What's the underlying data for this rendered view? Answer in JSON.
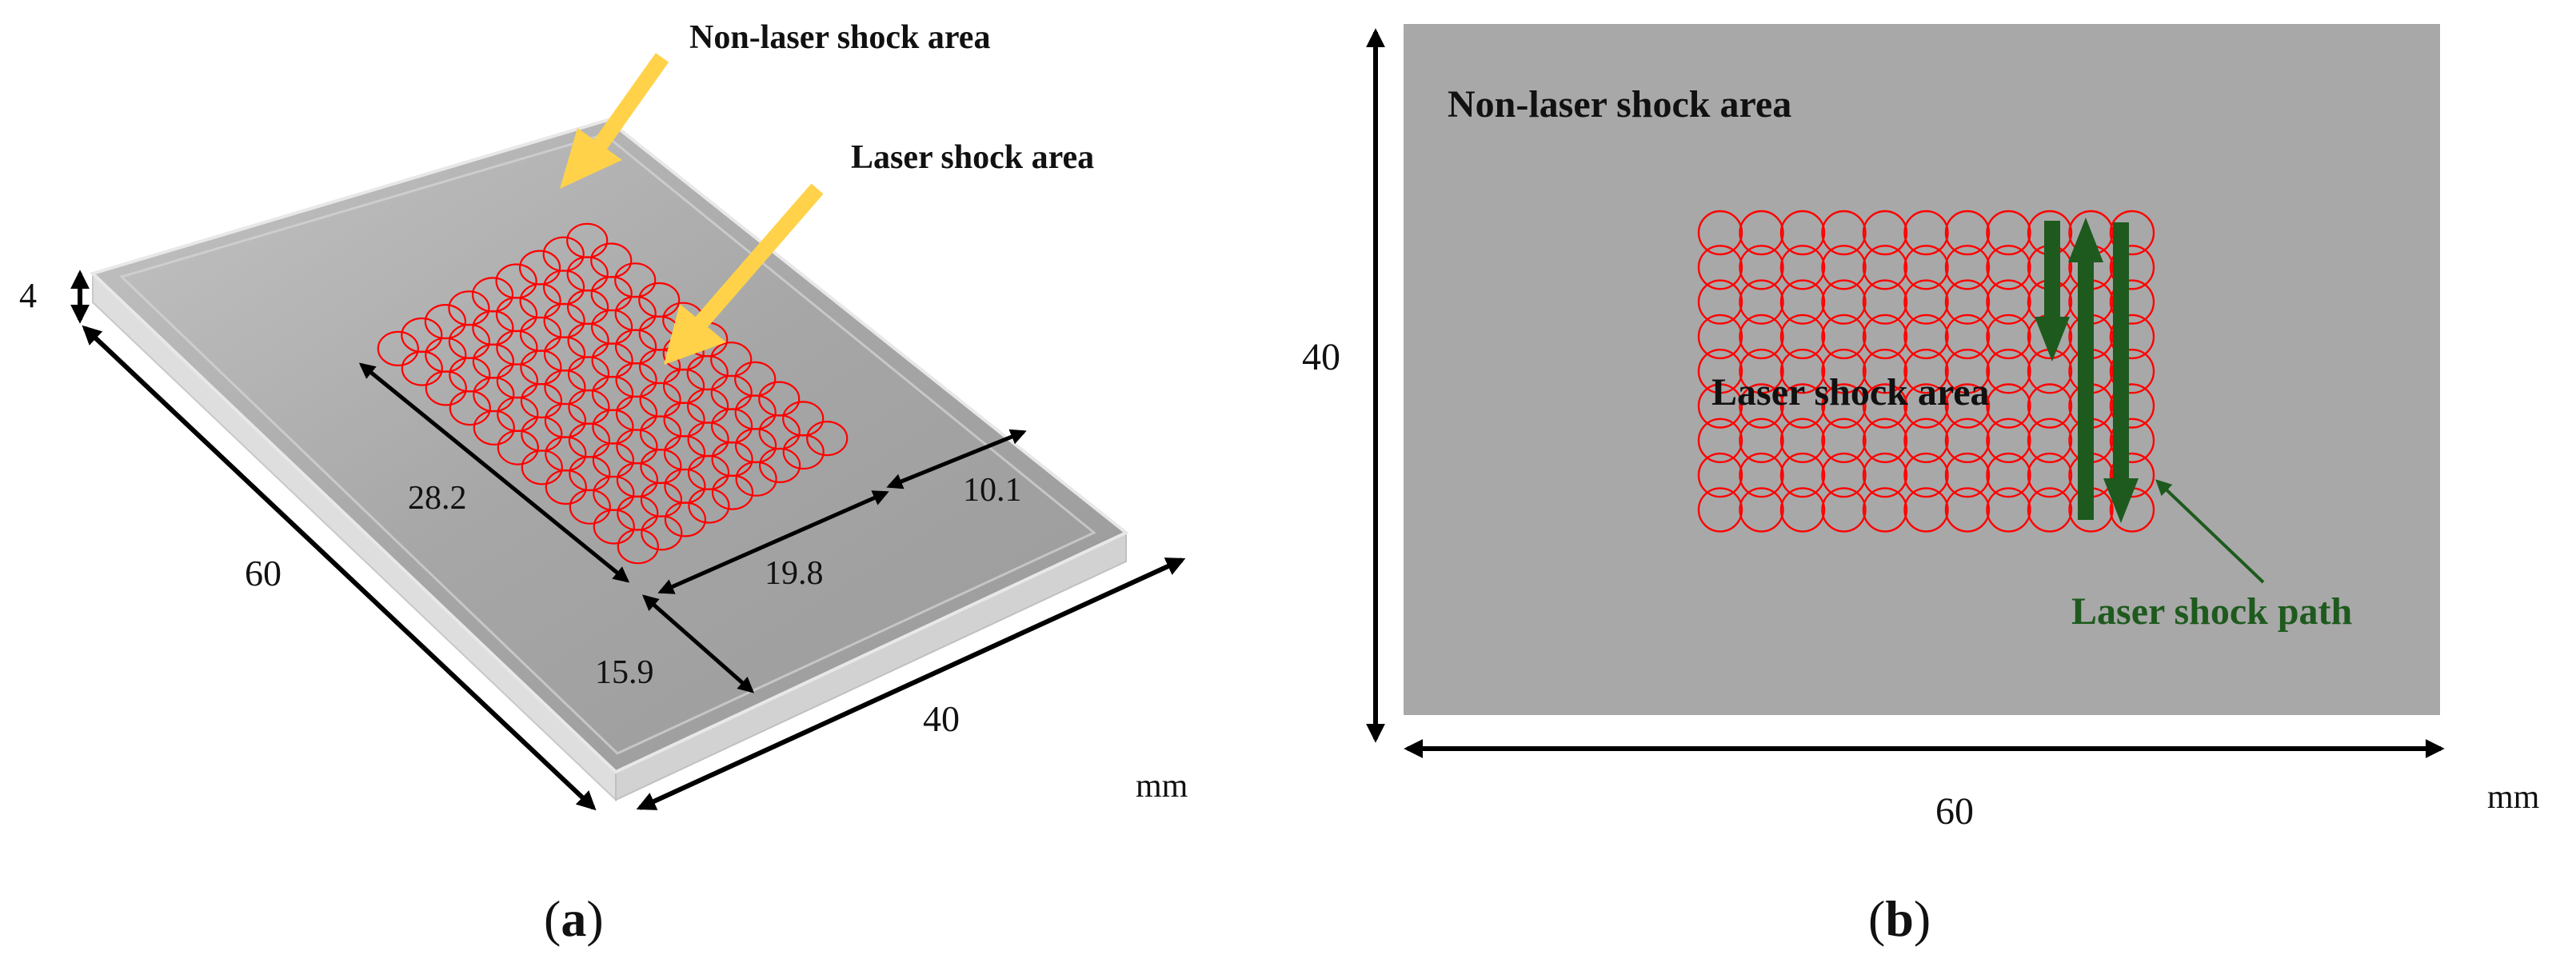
{
  "panel_a": {
    "labels": {
      "non_laser_area": "Non-laser shock area",
      "laser_area": "Laser shock area",
      "thickness": "4",
      "length": "60",
      "width": "40",
      "area_length": "28.2",
      "area_width": "19.8",
      "offset_side": "10.1",
      "offset_front": "15.9",
      "unit": "mm"
    },
    "caption_letter": "a"
  },
  "panel_b": {
    "labels": {
      "non_laser_area": "Non-laser shock area",
      "laser_area": "Laser shock area",
      "path": "Laser shock path",
      "height": "40",
      "width": "60",
      "unit": "mm"
    },
    "caption_letter": "b"
  },
  "colors": {
    "laser_circles": "#ff0000",
    "pointer_arrows": "#ffd24a",
    "path_arrows": "#1e5a1e",
    "plate_top": "#a8a8a8",
    "panel_b_plate": "#a8a8a8"
  }
}
